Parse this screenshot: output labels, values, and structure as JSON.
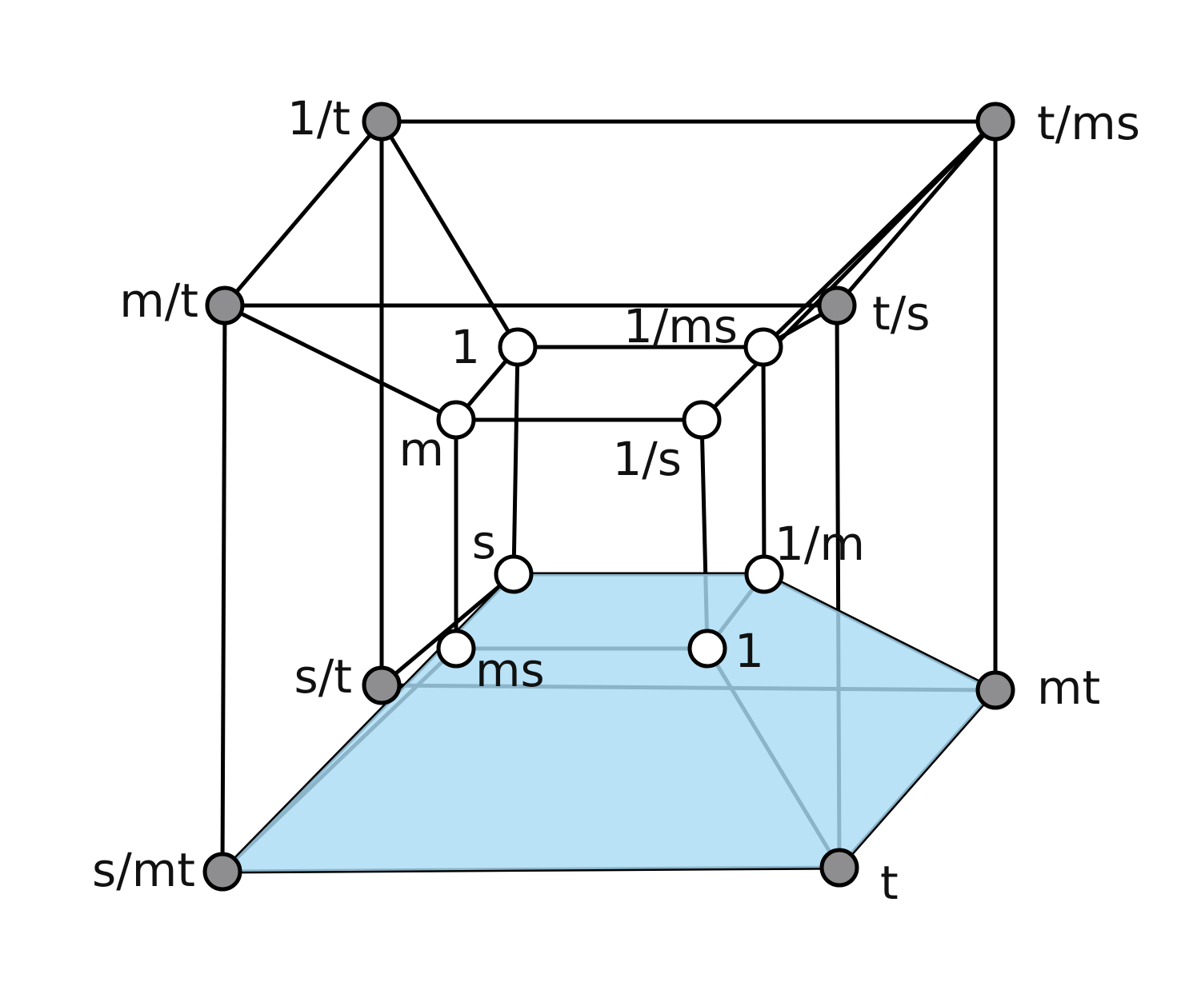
{
  "colors": {
    "outer_node": "#8e8e91",
    "inner_node": "#ffffff",
    "edge": "#000000",
    "plane": "#a9dcf5"
  },
  "nodes": [
    {
      "id": "one_over_t",
      "label": "1/t",
      "kind": "outer"
    },
    {
      "id": "t_over_ms",
      "label": "t/ms",
      "kind": "outer"
    },
    {
      "id": "m_over_t",
      "label": "m/t",
      "kind": "outer"
    },
    {
      "id": "t_over_s",
      "label": "t/s",
      "kind": "outer"
    },
    {
      "id": "s_over_t",
      "label": "s/t",
      "kind": "outer"
    },
    {
      "id": "mt",
      "label": "mt",
      "kind": "outer"
    },
    {
      "id": "s_over_mt",
      "label": "s/mt",
      "kind": "outer"
    },
    {
      "id": "t",
      "label": "t",
      "kind": "outer"
    },
    {
      "id": "one_top",
      "label": "1",
      "kind": "inner"
    },
    {
      "id": "one_over_ms",
      "label": "1/ms",
      "kind": "inner"
    },
    {
      "id": "m",
      "label": "m",
      "kind": "inner"
    },
    {
      "id": "one_over_s",
      "label": "1/s",
      "kind": "inner"
    },
    {
      "id": "s",
      "label": "s",
      "kind": "inner"
    },
    {
      "id": "one_over_m",
      "label": "1/m",
      "kind": "inner"
    },
    {
      "id": "ms",
      "label": "ms",
      "kind": "inner"
    },
    {
      "id": "one_bottom",
      "label": "1",
      "kind": "inner"
    }
  ],
  "edges": [
    [
      "one_over_t",
      "t_over_ms"
    ],
    [
      "one_over_t",
      "m_over_t"
    ],
    [
      "one_over_t",
      "s_over_t"
    ],
    [
      "one_over_t",
      "one_top"
    ],
    [
      "t_over_ms",
      "t_over_s"
    ],
    [
      "t_over_ms",
      "mt"
    ],
    [
      "t_over_ms",
      "one_over_ms"
    ],
    [
      "t_over_ms",
      "one_over_s"
    ],
    [
      "m_over_t",
      "t_over_s"
    ],
    [
      "m_over_t",
      "s_over_mt"
    ],
    [
      "m_over_t",
      "m"
    ],
    [
      "t_over_s",
      "t"
    ],
    [
      "t_over_s",
      "one_over_ms"
    ],
    [
      "s_over_t",
      "mt"
    ],
    [
      "s_over_t",
      "s"
    ],
    [
      "mt",
      "t"
    ],
    [
      "mt",
      "one_over_m"
    ],
    [
      "s_over_mt",
      "t"
    ],
    [
      "s_over_mt",
      "ms"
    ],
    [
      "s_over_mt",
      "s"
    ],
    [
      "t",
      "one_bottom"
    ],
    [
      "one_top",
      "one_over_ms"
    ],
    [
      "one_top",
      "m"
    ],
    [
      "one_top",
      "s"
    ],
    [
      "m",
      "one_over_s"
    ],
    [
      "m",
      "ms"
    ],
    [
      "one_over_ms",
      "one_over_m"
    ],
    [
      "one_over_s",
      "one_bottom"
    ],
    [
      "s",
      "one_over_m"
    ],
    [
      "ms",
      "one_bottom"
    ],
    [
      "one_over_m",
      "one_bottom"
    ]
  ],
  "shaded_plane": [
    "s_over_mt",
    "s",
    "one_over_m",
    "mt",
    "t"
  ]
}
